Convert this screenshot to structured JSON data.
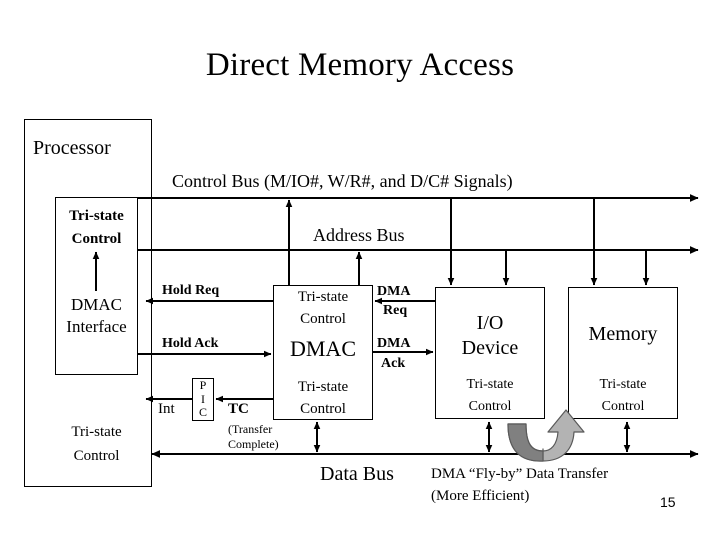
{
  "slide": {
    "title": "Direct Memory Access",
    "page_number": "15"
  },
  "boxes": {
    "processor": {
      "label": "Processor",
      "tristate_top": "Tri-state",
      "control_top": "Control",
      "dmac_interface_1": "DMAC",
      "dmac_interface_2": "Interface",
      "tristate_bottom": "Tri-state",
      "control_bottom": "Control"
    },
    "dmac": {
      "tristate_top": "Tri-state",
      "control_top": "Control",
      "name": "DMAC",
      "tristate_bottom": "Tri-state",
      "control_bottom": "Control"
    },
    "pic": {
      "line1": "P",
      "line2": "I",
      "line3": "C"
    },
    "io_device": {
      "name_line1": "I/O",
      "name_line2": "Device",
      "tristate": "Tri-state",
      "control": "Control"
    },
    "memory": {
      "name": "Memory",
      "tristate": "Tri-state",
      "control": "Control"
    }
  },
  "buses": {
    "control_bus": "Control Bus (M/IO#, W/R#, and D/C# Signals)",
    "address_bus": "Address Bus",
    "data_bus": "Data Bus"
  },
  "signals": {
    "hold_req": "Hold Req",
    "hold_ack": "Hold Ack",
    "dma_req_line1": "DMA",
    "dma_req_line2": "Req",
    "dma_ack_line1": "DMA",
    "dma_ack_line2": "Ack",
    "int": "Int",
    "tc": "TC",
    "tc_note_line1": "(Transfer",
    "tc_note_line2": "Complete)"
  },
  "annotations": {
    "flyby_line1": "DMA “Fly-by” Data Transfer",
    "flyby_line2": "(More Efficient)"
  },
  "colors": {
    "stroke": "#000000",
    "background": "#ffffff",
    "arrow_dark": "#808080",
    "arrow_light": "#b3b3b3",
    "arrow_outline": "#595959"
  }
}
